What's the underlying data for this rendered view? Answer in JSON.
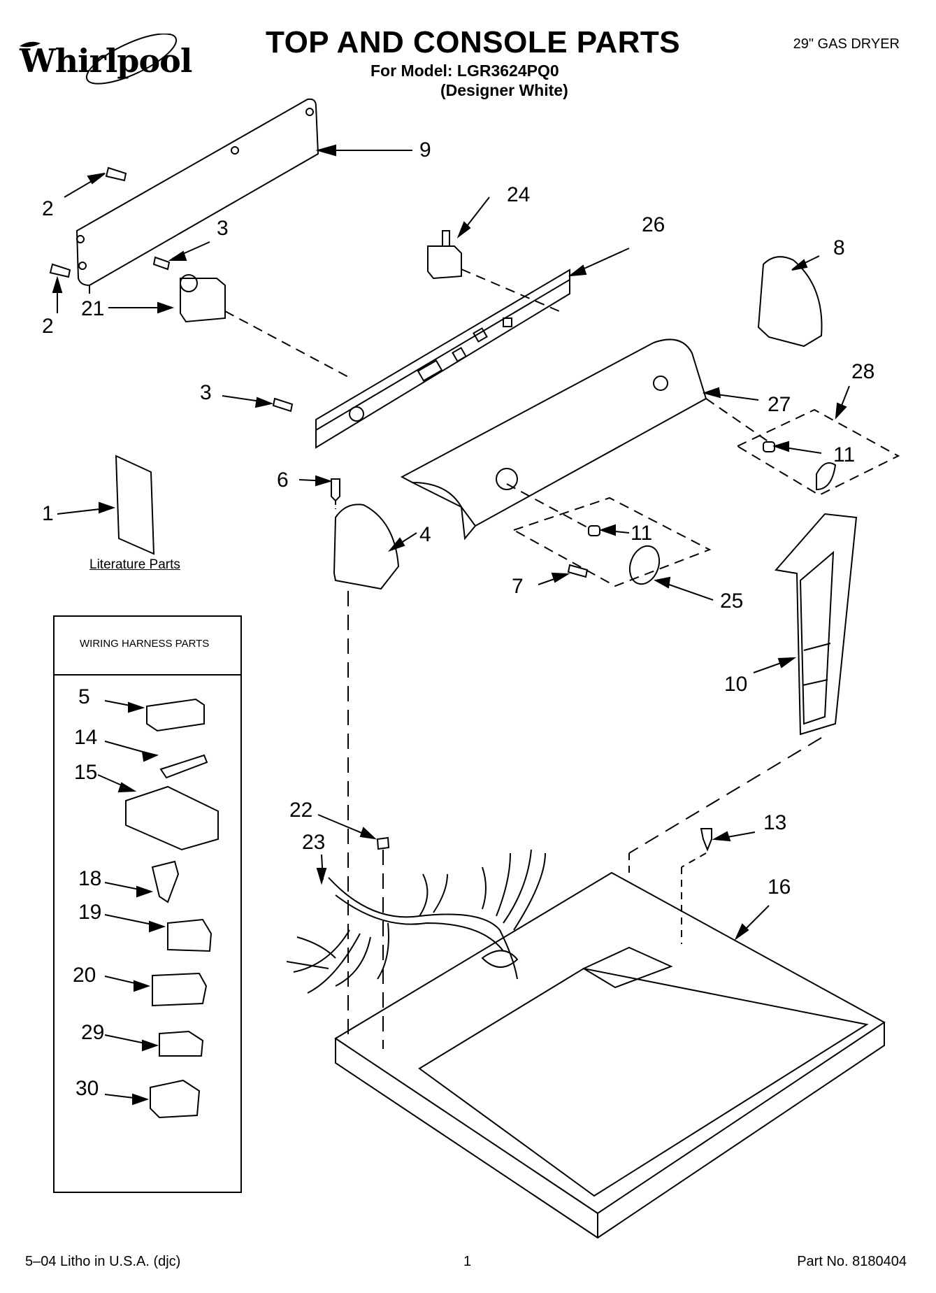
{
  "header": {
    "brand": "Whirlpool",
    "title": "TOP AND CONSOLE PARTS",
    "model_line": "For Model: LGR3624PQ0",
    "color_line": "(Designer White)",
    "product": "29\" GAS DRYER"
  },
  "callouts": {
    "c1": "1",
    "c2a": "2",
    "c2b": "2",
    "c3a": "3",
    "c3b": "3",
    "c4": "4",
    "c5": "5",
    "c6": "6",
    "c7": "7",
    "c8": "8",
    "c9": "9",
    "c10": "10",
    "c11a": "11",
    "c11b": "11",
    "c13": "13",
    "c14": "14",
    "c15": "15",
    "c16": "16",
    "c18": "18",
    "c19": "19",
    "c20": "20",
    "c21": "21",
    "c22": "22",
    "c23": "23",
    "c24": "24",
    "c25": "25",
    "c26": "26",
    "c27": "27",
    "c28": "28",
    "c29": "29",
    "c30": "30"
  },
  "literature_label": "Literature Parts",
  "wiring_box_title": "WIRING HARNESS PARTS",
  "footer": {
    "left": "5–04 Litho in U.S.A. (djc)",
    "center": "1",
    "right": "Part No. 8180404"
  }
}
